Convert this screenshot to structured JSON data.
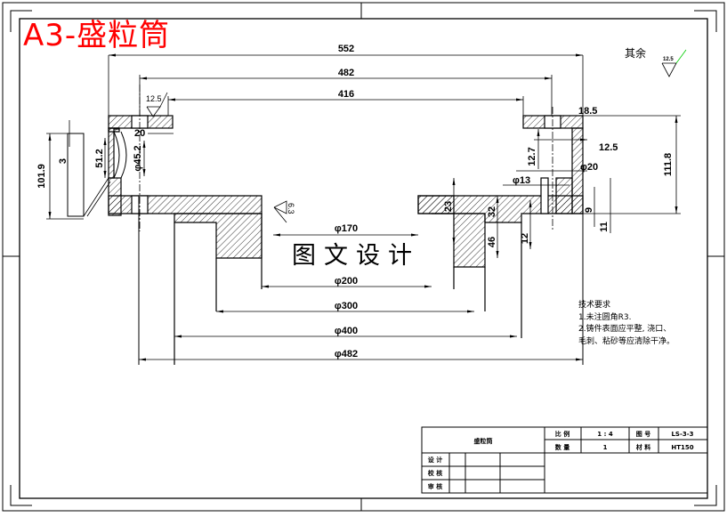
{
  "drawing": {
    "title": "A3-盛粒筒",
    "watermark": "图文设计",
    "title_color": "#ff0000",
    "roughness_other_label": "其余",
    "roughness_other_value": "12.5",
    "roughness_top_value": "12.5",
    "roughness_inner_value": "6.3",
    "roughness_check_color": "#00cc00"
  },
  "dimensions": {
    "horizontal": [
      {
        "id": "overall-width",
        "text": "552"
      },
      {
        "id": "outer-diameter-top",
        "text": "482"
      },
      {
        "id": "inner-width-top",
        "text": "416"
      },
      {
        "id": "flange-offset",
        "text": "18.5"
      },
      {
        "id": "wall-thickness",
        "text": "12.5"
      },
      {
        "id": "bore-diameter-20",
        "text": "φ20"
      },
      {
        "id": "hole-diameter-13",
        "text": "φ13"
      },
      {
        "id": "diameter-170",
        "text": "φ170"
      },
      {
        "id": "diameter-200",
        "text": "φ200"
      },
      {
        "id": "diameter-300",
        "text": "φ300"
      },
      {
        "id": "diameter-400",
        "text": "φ400"
      },
      {
        "id": "diameter-482",
        "text": "φ482"
      },
      {
        "id": "slot-width-20",
        "text": "20"
      }
    ],
    "vertical": [
      {
        "id": "total-height",
        "text": "111.8"
      },
      {
        "id": "left-height",
        "text": "101.9"
      },
      {
        "id": "small-step",
        "text": "3"
      },
      {
        "id": "window-height",
        "text": "51.2"
      },
      {
        "id": "window-diameter",
        "text": "φ45.2"
      },
      {
        "id": "step-12-7",
        "text": "12.7"
      },
      {
        "id": "step-9",
        "text": "9"
      },
      {
        "id": "step-11",
        "text": "11"
      },
      {
        "id": "step-23",
        "text": "23"
      },
      {
        "id": "step-32",
        "text": "32"
      },
      {
        "id": "step-46",
        "text": "46"
      },
      {
        "id": "step-12",
        "text": "12"
      }
    ]
  },
  "technical_requirements": {
    "heading": "技术要求",
    "items": [
      "1.未注圆角R3.",
      "2.铸件表面应平整, 浇口、",
      "毛刺、粘砂等应清除干净。"
    ]
  },
  "title_block": {
    "part_name": "盛粒筒",
    "scale_label": "比 例",
    "scale_value": "1 : 4",
    "drawing_no_label": "图 号",
    "drawing_no_value": "LS-3-3",
    "quantity_label": "数 量",
    "quantity_value": "1",
    "material_label": "材 料",
    "material_value": "HT150",
    "designer_label": "设 计",
    "checker_label": "校 核",
    "approver_label": "审 核"
  }
}
